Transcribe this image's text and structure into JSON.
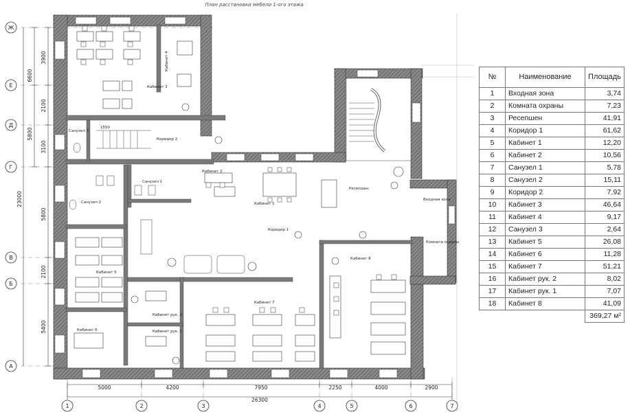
{
  "title": "План расстановки мебели 1-ого этажа",
  "table": {
    "headers": {
      "no": "№",
      "name": "Наименование",
      "area": "Площадь"
    },
    "rows": [
      {
        "no": "1",
        "name": "Входная зона",
        "area": "3,74"
      },
      {
        "no": "2",
        "name": "Комната охраны",
        "area": "7,23"
      },
      {
        "no": "3",
        "name": "Ресепшен",
        "area": "41,91"
      },
      {
        "no": "4",
        "name": "Коридор 1",
        "area": "61,62"
      },
      {
        "no": "5",
        "name": "Кабинет 1",
        "area": "12,20"
      },
      {
        "no": "6",
        "name": "Кабинет 2",
        "area": "10,56"
      },
      {
        "no": "7",
        "name": "Санузел 1",
        "area": "5,78"
      },
      {
        "no": "8",
        "name": "Санузел 2",
        "area": "15,11"
      },
      {
        "no": "9",
        "name": "Коридор 2",
        "area": "7,92"
      },
      {
        "no": "10",
        "name": "Кабинет 3",
        "area": "46,64"
      },
      {
        "no": "11",
        "name": "Кабинет 4",
        "area": "9,17"
      },
      {
        "no": "12",
        "name": "Санузел 3",
        "area": "2,64"
      },
      {
        "no": "13",
        "name": "Кабинет 5",
        "area": "26,08"
      },
      {
        "no": "14",
        "name": "Кабинет 6",
        "area": "11,28"
      },
      {
        "no": "15",
        "name": "Кабинет 7",
        "area": "51,21"
      },
      {
        "no": "16",
        "name": "Кабинет рук. 2",
        "area": "8,02"
      },
      {
        "no": "17",
        "name": "Кабинет рук. 1",
        "area": "7,07"
      },
      {
        "no": "18",
        "name": "Кабинет 8",
        "area": "41,09"
      }
    ],
    "total": "369,27 м²"
  },
  "axes": {
    "rows": [
      "Ж",
      "Е",
      "Д",
      "Г",
      "В",
      "Б",
      "А"
    ],
    "columns": [
      "1",
      "2",
      "3",
      "4",
      "5",
      "6",
      "7"
    ]
  },
  "dimensions": {
    "vertical_inner": [
      "3900",
      "2100",
      "3100",
      "5800",
      "2100",
      "5400"
    ],
    "vertical_outer": [
      "6600",
      "5800",
      "23000"
    ],
    "horizontal": [
      "5000",
      "4200",
      "7950",
      "2250",
      "4000",
      "2900"
    ],
    "total_width": "26300",
    "stair": "1550"
  },
  "room_labels": {
    "cab3": "Кабинет 3",
    "cab4": "Кабинет 4",
    "bath3": "Санузел 3",
    "corr2": "Коридор 2",
    "bath1": "Санузел 1",
    "cab2": "Кабинет 2",
    "bath2": "Санузел 2",
    "cab1": "Кабинет 1",
    "reception": "Ресепшен",
    "corr1": "Коридор 1",
    "cab5": "Кабинет 5",
    "cab8": "Кабинет 8",
    "entry": "Входная зона",
    "guard": "Комната охраны",
    "cab7": "Кабинет 7",
    "cabruk2": "Кабинет рук. 2",
    "cabruk1": "Кабинет рук. 1",
    "cab6": "Кабинет 6"
  }
}
